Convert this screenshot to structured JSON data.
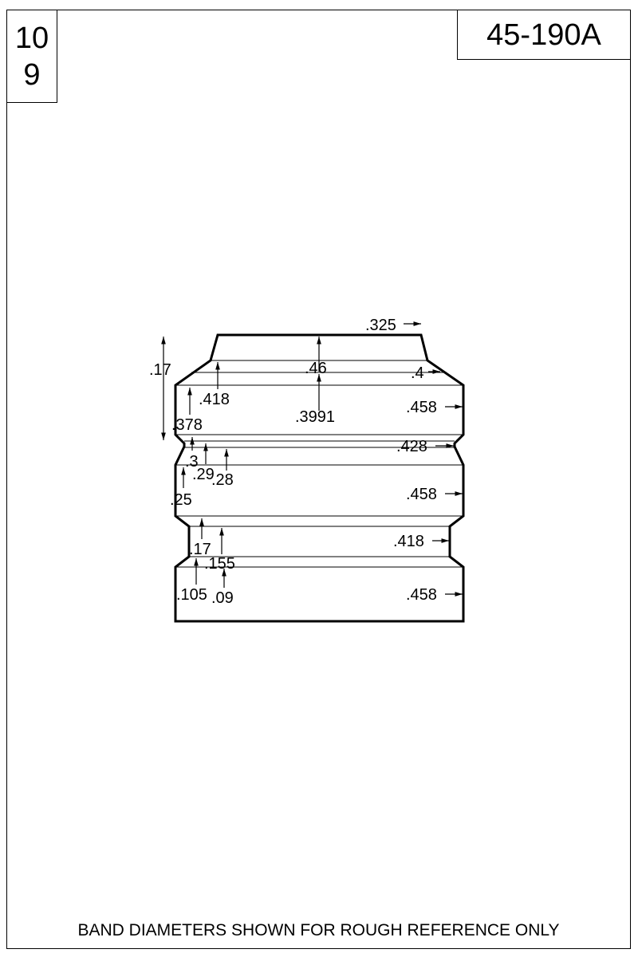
{
  "header": {
    "sheet_numbers": [
      "10",
      "9"
    ],
    "part_number": "45-190A"
  },
  "footer": {
    "note": "BAND DIAMETERS SHOWN FOR ROUGH REFERENCE ONLY"
  },
  "dimensions": {
    "top_width": ".325",
    "overall_height": ".17",
    "top_diameter": ".46",
    "shoulder_diameter": ".4",
    "d_418_upper": ".418",
    "d_3991": ".3991",
    "band1_diameter": ".458",
    "d_378": ".378",
    "groove1_diameter": ".428",
    "d_3": ".3",
    "d_29": ".29",
    "d_28": ".28",
    "d_25": ".25",
    "band2_diameter": ".458",
    "groove2_diameter": ".418",
    "d_17_lower": ".17",
    "d_155": ".155",
    "d_105": ".105",
    "d_09": ".09",
    "band3_diameter": ".458"
  }
}
